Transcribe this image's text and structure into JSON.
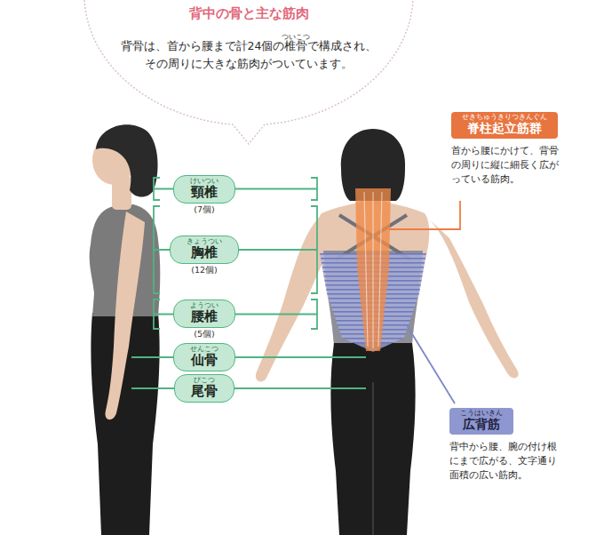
{
  "diagram": {
    "title": "背中の骨と主な筋肉",
    "nodes": [
      {
        "text": [
          "けいつい",
          "頸椎",
          "(7個)"
        ]
      },
      {
        "text": [
          "きょうつい",
          "胸椎",
          "(12個)"
        ]
      },
      {
        "text": [
          "ようつい",
          "腰椎",
          "(5個)"
        ]
      },
      {
        "text": [
          "せんこつ",
          "仙骨"
        ]
      },
      {
        "text": [
          "びこつ",
          "尾骨"
        ]
      },
      {
        "text": [
          "せきちゅうきりつきんぐん",
          "脊柱起立筋群",
          "首から腰にかけて、背骨の周りに縦に細長く広がっている筋肉。"
        ]
      },
      {
        "text": [
          "こうはいきん",
          "広背筋",
          "背中から腰、腕の付け根にまで広がる、文字通り面積の広い筋肉。"
        ]
      }
    ],
    "labels": [
      "ついこつ",
      "背骨は、首から腰まで計24個の椎骨で構成され、その周りに大きな筋肉がついています。"
    ]
  }
}
